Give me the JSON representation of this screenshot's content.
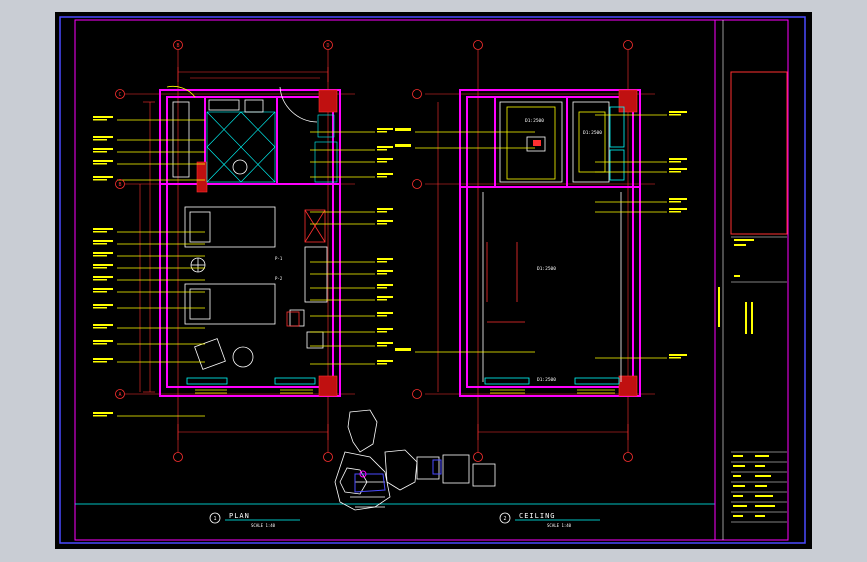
{
  "drawing": {
    "plan_title": "PLAN",
    "plan_scale": "SCALE  1:40",
    "plan_marker": "1",
    "ceiling_title": "CEILING",
    "ceiling_scale": "SCALE  1:40",
    "ceiling_marker": "2"
  },
  "grid": {
    "col_left": "B",
    "col_right": "D",
    "row_top": "C",
    "row_mid": "B",
    "row_bot": "A"
  },
  "ceiling": {
    "room_label": "D1:2500",
    "bath_label": "D1:2500",
    "wc_label": "D1:2500",
    "bottom_label": "D1:2500"
  },
  "plan": {
    "tag_p1": "P-1",
    "tag_p2": "P-2"
  },
  "colors": {
    "frame": "#4a4aff",
    "wall": "#ff00ff",
    "dim": "#ff3030",
    "leader": "#ffff00",
    "cyan": "#00ffff",
    "white": "#ffffff",
    "green": "#40ff40"
  }
}
